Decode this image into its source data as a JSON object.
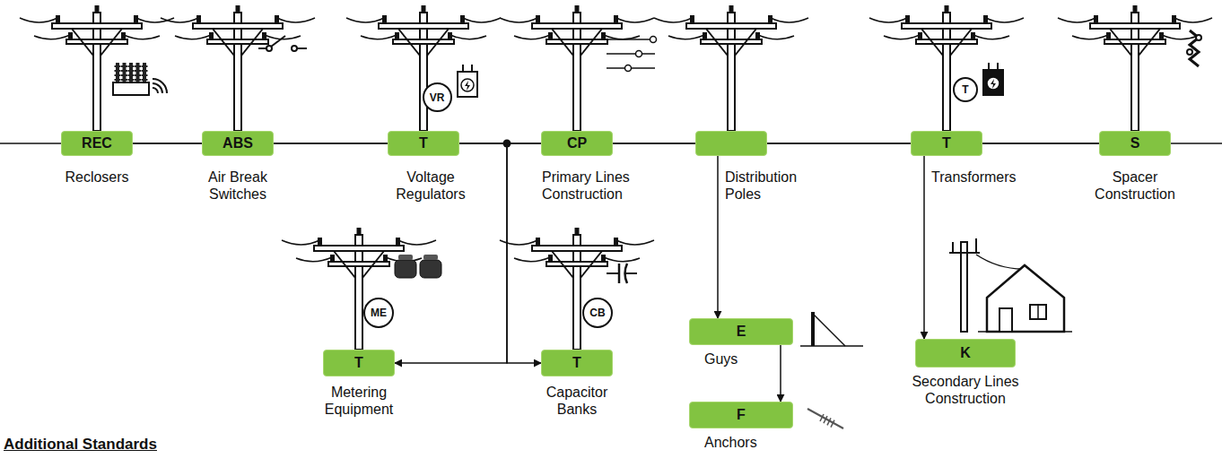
{
  "diagram": {
    "nodes": [
      {
        "text": [
          "REC",
          "Reclosers"
        ]
      },
      {
        "text": [
          "ABS",
          "Air Break Switches"
        ]
      },
      {
        "text": [
          "T",
          "Voltage Regulators"
        ]
      },
      {
        "text": [
          "CP",
          "Primary Lines Construction"
        ]
      },
      {
        "text": [
          "Distribution Poles"
        ]
      },
      {
        "text": [
          "T",
          "Transformers"
        ]
      },
      {
        "text": [
          "S",
          "Spacer Construction"
        ]
      },
      {
        "text": [
          "T",
          "Metering Equipment"
        ]
      },
      {
        "text": [
          "T",
          "Capacitor Banks"
        ]
      },
      {
        "text": [
          "E",
          "Guys"
        ]
      },
      {
        "text": [
          "F",
          "Anchors"
        ]
      },
      {
        "text": [
          "K",
          "Secondary Lines Construction"
        ]
      },
      {
        "text": [
          "VR"
        ]
      },
      {
        "text": [
          "ME"
        ]
      },
      {
        "text": [
          "CB"
        ]
      },
      {
        "text": [
          "T"
        ]
      }
    ],
    "edges": [
      {
        "from": 0,
        "to": 1,
        "arrow": "none"
      },
      {
        "from": 1,
        "to": 2,
        "arrow": "none"
      },
      {
        "from": 2,
        "to": 3,
        "arrow": "none"
      },
      {
        "from": 3,
        "to": 4,
        "arrow": "none"
      },
      {
        "from": 4,
        "to": 5,
        "arrow": "none"
      },
      {
        "from": 5,
        "to": 6,
        "arrow": "none"
      },
      {
        "from": 2,
        "to": 7,
        "arrow": "to"
      },
      {
        "from": 2,
        "to": 8,
        "arrow": "to"
      },
      {
        "from": 4,
        "to": 9,
        "arrow": "to"
      },
      {
        "from": 9,
        "to": 10,
        "arrow": "to"
      },
      {
        "from": 5,
        "to": 11,
        "arrow": "to"
      }
    ],
    "labels": [
      "Additional Standards"
    ]
  }
}
